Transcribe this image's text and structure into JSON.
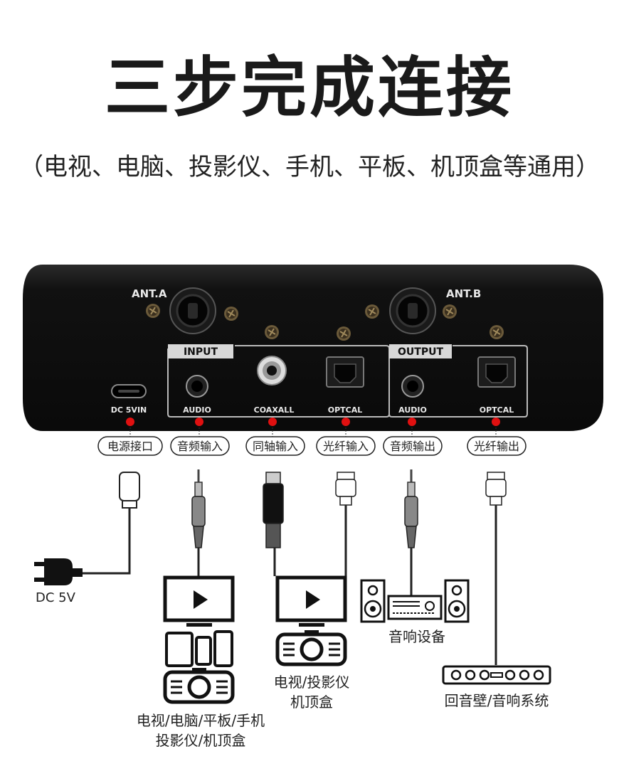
{
  "header": {
    "title": "三步完成连接",
    "subtitle": "（电视、电脑、投影仪、手机、平板、机顶盒等通用）"
  },
  "device": {
    "ant_a": "ANT.A",
    "ant_b": "ANT.B",
    "input_group": "INPUT",
    "output_group": "OUTPUT",
    "ports": {
      "dc": "DC 5VIN",
      "audio_in": "AUDIO",
      "coax": "COAXALL",
      "optical_in": "OPTCAL",
      "audio_out": "AUDIO",
      "optical_out": "OPTCAL"
    }
  },
  "callouts": [
    "电源接口",
    "音频输入",
    "同轴输入",
    "光纤输入",
    "音频输出",
    "光纤输出"
  ],
  "devices": {
    "power": "DC 5V",
    "group1_line1": "电视/电脑/平板/手机",
    "group1_line2": "投影仪/机顶盒",
    "group2_line1": "电视/投影仪",
    "group2_line2": "机顶盒",
    "audio_equipment": "音响设备",
    "soundbar": "回音壁/音响系统"
  },
  "colors": {
    "callout_dot": "#e01010",
    "device_body": "#111111"
  }
}
